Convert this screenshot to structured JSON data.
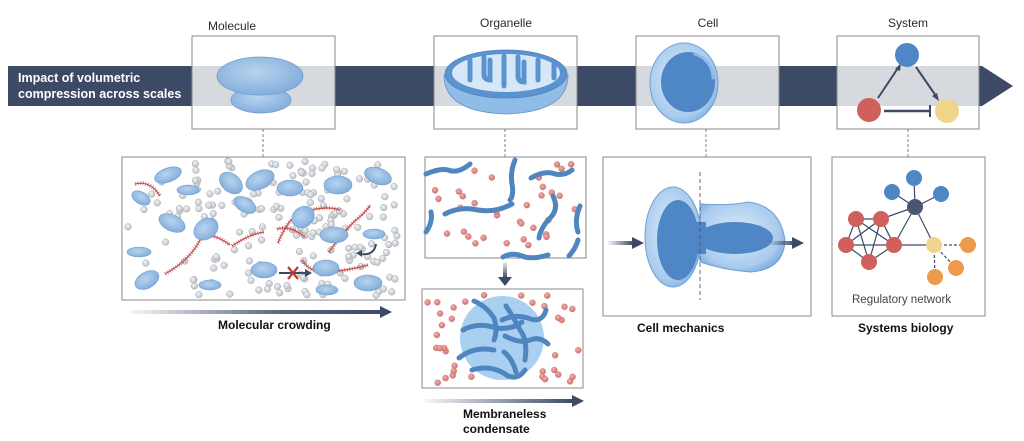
{
  "banner": {
    "title_line1": "Impact of volumetric",
    "title_line2": "compression across scales"
  },
  "scales": [
    {
      "name": "Molecule"
    },
    {
      "name": "Organelle"
    },
    {
      "name": "Cell"
    },
    {
      "name": "System"
    }
  ],
  "panels": {
    "molecular": {
      "label": "Molecular crowding"
    },
    "condensate": {
      "label_line1": "Membraneless",
      "label_line2": "condensate"
    },
    "cell": {
      "label": "Cell mechanics"
    },
    "systems": {
      "label": "Systems biology",
      "inner_label": "Regulatory network"
    }
  },
  "colors": {
    "navy": "#3d4a66",
    "band_grey": "#d6d9de",
    "protein_blue": "#8fb8e0",
    "polymer_blue": "#4f86c0",
    "rna_red": "#c0504d",
    "crowder_grey": "#cfd2d8",
    "node_blue": "#4f86c6",
    "node_red": "#d0605c",
    "node_yellow": "#f0d48a",
    "node_orange": "#ee9a4a",
    "hub_dark": "#4a5570"
  }
}
